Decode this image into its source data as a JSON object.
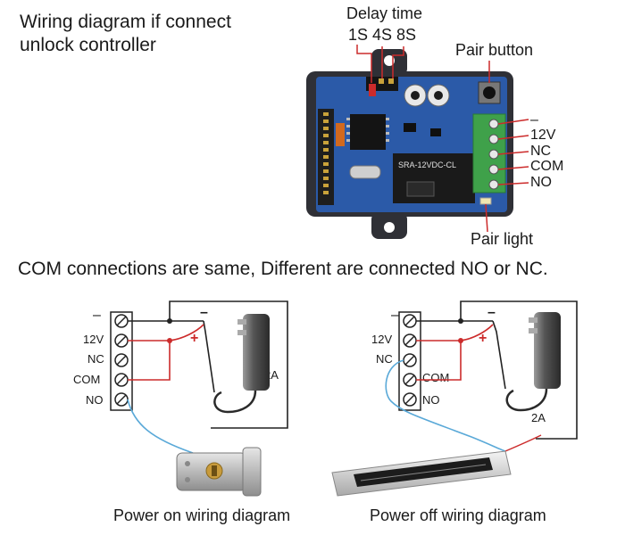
{
  "header": {
    "title_line1": "Wiring diagram if connect",
    "title_line2": "unlock controller"
  },
  "board": {
    "delay_time_label": "Delay time",
    "delay_options": "1S 4S 8S",
    "pair_button_label": "Pair button",
    "pair_light_label": "Pair light",
    "terminals": [
      "–",
      "12V",
      "NC",
      "COM",
      "NO"
    ],
    "chip_text": "SRA-12VDC-CL"
  },
  "connection_note": "COM connections are same, Different are connected NO or NC.",
  "left_diagram": {
    "terminals": [
      "–",
      "12V",
      "NC",
      "COM",
      "NO"
    ],
    "supply_minus": "–",
    "supply_plus": "+",
    "adapter_rating": "2A",
    "caption": "Power on wiring diagram"
  },
  "right_diagram": {
    "terminals": [
      "–",
      "12V",
      "NC",
      "COM",
      "NO"
    ],
    "supply_minus": "–",
    "supply_plus": "+",
    "adapter_rating": "2A",
    "caption": "Power off wiring diagram"
  },
  "colors": {
    "board_case": "#2f3036",
    "pcb": "#2b5aa8",
    "terminal_green": "#3fa14a",
    "red_wire": "#cc2b2b",
    "blue_wire": "#5aa9d8",
    "black_wire": "#222222"
  }
}
